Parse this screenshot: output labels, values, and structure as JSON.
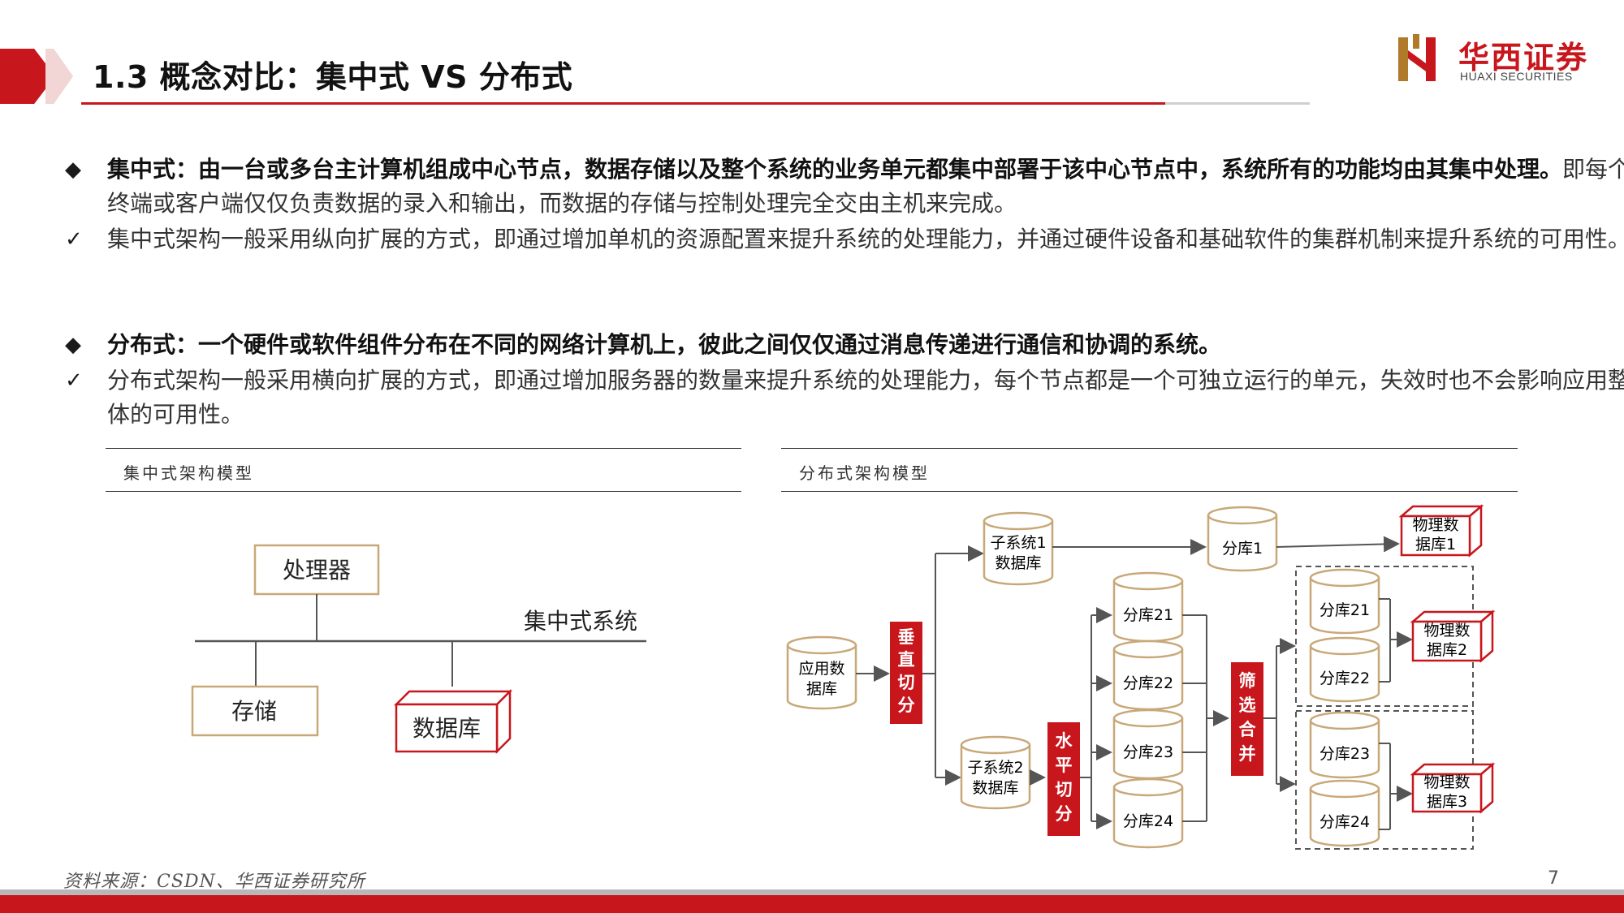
{
  "header": {
    "title": "1.3 概念对比：集中式 VS 分布式",
    "logo_cn": "华西证券",
    "logo_en": "HUAXI SECURITIES"
  },
  "sections": [
    {
      "bold": "集中式：由一台或多台主计算机组成中心节点，数据存储以及整个系统的业务单元都集中部署于该中心节点中，系统所有的功能均由其集中处理。",
      "normal": "即每个终端或客户端仅仅负责数据的录入和输出，而数据的存储与控制处理完全交由主机来完成。",
      "check": "集中式架构一般采用纵向扩展的方式，即通过增加单机的资源配置来提升系统的处理能力，并通过硬件设备和基础软件的集群机制来提升系统的可用性。"
    },
    {
      "bold": "分布式：一个硬件或软件组件分布在不同的网络计算机上，彼此之间仅仅通过消息传递进行通信和协调的系统。",
      "normal": "",
      "check": "分布式架构一般采用横向扩展的方式，即通过增加服务器的数量来提升系统的处理能力，每个节点都是一个可独立运行的单元，失效时也不会影响应用整体的可用性。"
    }
  ],
  "centralized_figure": {
    "caption": "集中式架构模型",
    "processor": "处理器",
    "system_label": "集中式系统",
    "storage": "存储",
    "database": "数据库"
  },
  "distributed_figure": {
    "caption": "分布式架构模型",
    "app_db": [
      "应用数",
      "据库"
    ],
    "vertical_split": [
      "垂",
      "直",
      "切",
      "分"
    ],
    "sub1": [
      "子系统1",
      "数据库"
    ],
    "sub2": [
      "子系统2",
      "数据库"
    ],
    "horizontal_split": [
      "水",
      "平",
      "切",
      "分"
    ],
    "shard1": "分库1",
    "shards_h": [
      "分库21",
      "分库22",
      "分库23",
      "分库24"
    ],
    "filter_merge": [
      "筛",
      "选",
      "合",
      "并"
    ],
    "merged_top": [
      "分库21",
      "分库22"
    ],
    "merged_bottom": [
      "分库23",
      "分库24"
    ],
    "phys1": [
      "物理数",
      "据库1"
    ],
    "phys2": [
      "物理数",
      "据库2"
    ],
    "phys3": [
      "物理数",
      "据库3"
    ]
  },
  "footer": {
    "source": "资料来源：CSDN、华西证券研究所",
    "page": "7"
  },
  "colors": {
    "brand_red": "#c8161d",
    "box_border_tan": "#c8a878"
  }
}
